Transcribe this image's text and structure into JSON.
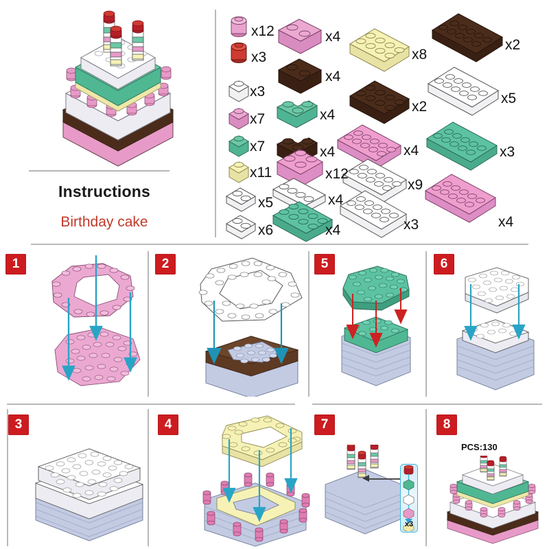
{
  "document": {
    "title": "Instructions",
    "subtitle": "Birthday cake",
    "pieces_label": "PCS:130",
    "accent_red": "#cc1c20",
    "subtitle_color": "#c0392b",
    "arrow_blue": "#29a4c6",
    "arrow_red": "#cc2222",
    "divider_color": "#b9b9b9"
  },
  "hero": {
    "name": "birthday-cake-finished-model",
    "colors": {
      "pink": "#eaa8c8",
      "white": "#ffffff",
      "brown": "#5a3a26",
      "mint": "#5ec4a4",
      "cream": "#f4f0b4",
      "cherry": "#b51f28"
    }
  },
  "parts": {
    "columns": [
      {
        "name": "small-bricks-column",
        "items": [
          {
            "id": "round-stud-pink",
            "shape": "round-stud",
            "color": "#e9a3cf",
            "count": "x12"
          },
          {
            "id": "round-stud-red",
            "shape": "round-stud",
            "color": "#cf3a32",
            "count": "x3"
          },
          {
            "id": "brick-1x1-white",
            "shape": "brick-1x1",
            "color": "#ffffff",
            "count": "x3"
          },
          {
            "id": "brick-1x1-pink",
            "shape": "brick-1x1",
            "color": "#eba9d2",
            "count": "x7"
          },
          {
            "id": "brick-1x1-mint",
            "shape": "brick-1x1",
            "color": "#6cc8a6",
            "count": "x7"
          },
          {
            "id": "brick-1x1-cream",
            "shape": "brick-1x1",
            "color": "#f6f2b6",
            "count": "x11"
          },
          {
            "id": "plate-1x2-white-a",
            "shape": "plate-1x2",
            "color": "#ffffff",
            "count": "x5"
          },
          {
            "id": "plate-1x2-white-b",
            "shape": "plate-1x2",
            "color": "#ffffff",
            "count": "x6"
          }
        ]
      },
      {
        "name": "medium-bricks-column",
        "items": [
          {
            "id": "brick-1x2-pink",
            "shape": "brick-1x2",
            "color": "#eba9d2",
            "count": "x4"
          },
          {
            "id": "brick-1x2-brown",
            "shape": "brick-1x2",
            "color": "#4b2c1b",
            "count": "x4"
          },
          {
            "id": "corner-2x2-mint",
            "shape": "corner-2x2",
            "color": "#6cc8a6",
            "count": "x4"
          },
          {
            "id": "corner-2x2-brown",
            "shape": "corner-2x2",
            "color": "#4b2c1b",
            "count": "x4"
          },
          {
            "id": "brick-2x2-pink",
            "shape": "brick-2x2",
            "color": "#ef9ece",
            "count": "x12"
          },
          {
            "id": "plate-1x4-white",
            "shape": "plate-1x4",
            "color": "#ffffff",
            "count": "x4"
          },
          {
            "id": "plate-2x4-mint",
            "shape": "plate-2x4",
            "color": "#5cc2a2",
            "count": "x4"
          }
        ]
      },
      {
        "name": "plates-column",
        "items": [
          {
            "id": "plate-2x4-cream",
            "shape": "plate-2x4",
            "color": "#f6f2b6",
            "count": "x8"
          },
          {
            "id": "plate-2x4-brown",
            "shape": "plate-2x4",
            "color": "#4b2c1b",
            "count": "x2"
          },
          {
            "id": "plate-2x6-pink",
            "shape": "plate-2x6",
            "color": "#ef9ece",
            "count": "x4"
          },
          {
            "id": "plate-2x6-white",
            "shape": "plate-2x6",
            "color": "#ffffff",
            "count": "x9"
          },
          {
            "id": "plate-2x8-white",
            "shape": "plate-2x8",
            "color": "#ffffff",
            "count": "x3"
          }
        ]
      },
      {
        "name": "long-plates-column",
        "items": [
          {
            "id": "plate-2x8-brown",
            "shape": "plate-2x8",
            "color": "#4b2c1b",
            "count": "x2"
          },
          {
            "id": "plate-2x8-white-long",
            "shape": "plate-2x8",
            "color": "#ffffff",
            "count": "x5"
          },
          {
            "id": "plate-2x8-mint",
            "shape": "plate-2x8",
            "color": "#5cc2a2",
            "count": "x3"
          },
          {
            "id": "plate-2x8-pink",
            "shape": "plate-2x8",
            "color": "#ef9ece",
            "count": "x4"
          }
        ]
      }
    ]
  },
  "steps": [
    {
      "number": "1",
      "name": "step-1-pink-base",
      "arrow_color": "#29a4c6"
    },
    {
      "number": "2",
      "name": "step-2-white-brown-ring",
      "arrow_color": "#29a4c6"
    },
    {
      "number": "3",
      "name": "step-3-white-layer",
      "arrow_color": "#29a4c6"
    },
    {
      "number": "4",
      "name": "step-4-cream-ring",
      "arrow_color": "#29a4c6"
    },
    {
      "number": "5",
      "name": "step-5-mint-top",
      "arrow_color": "#cc2222"
    },
    {
      "number": "6",
      "name": "step-6-white-top",
      "arrow_color": "#29a4c6"
    },
    {
      "number": "7",
      "name": "step-7-candles",
      "arrow_color": "#3a3a3a"
    },
    {
      "number": "8",
      "name": "step-8-finished",
      "arrow_color": "#29a4c6"
    }
  ],
  "callout": {
    "name": "candle-subassembly-callout",
    "multiplier": "x3",
    "stack": [
      {
        "id": "candle-flame",
        "color": "#b51f28"
      },
      {
        "id": "candle-band-mint",
        "color": "#4fb893"
      },
      {
        "id": "candle-band-white",
        "color": "#ffffff"
      },
      {
        "id": "candle-band-pink",
        "color": "#e79ac7"
      },
      {
        "id": "candle-arrow",
        "color": "#2aa6d6"
      },
      {
        "id": "candle-band-cream",
        "color": "#f2e9a8"
      }
    ]
  }
}
